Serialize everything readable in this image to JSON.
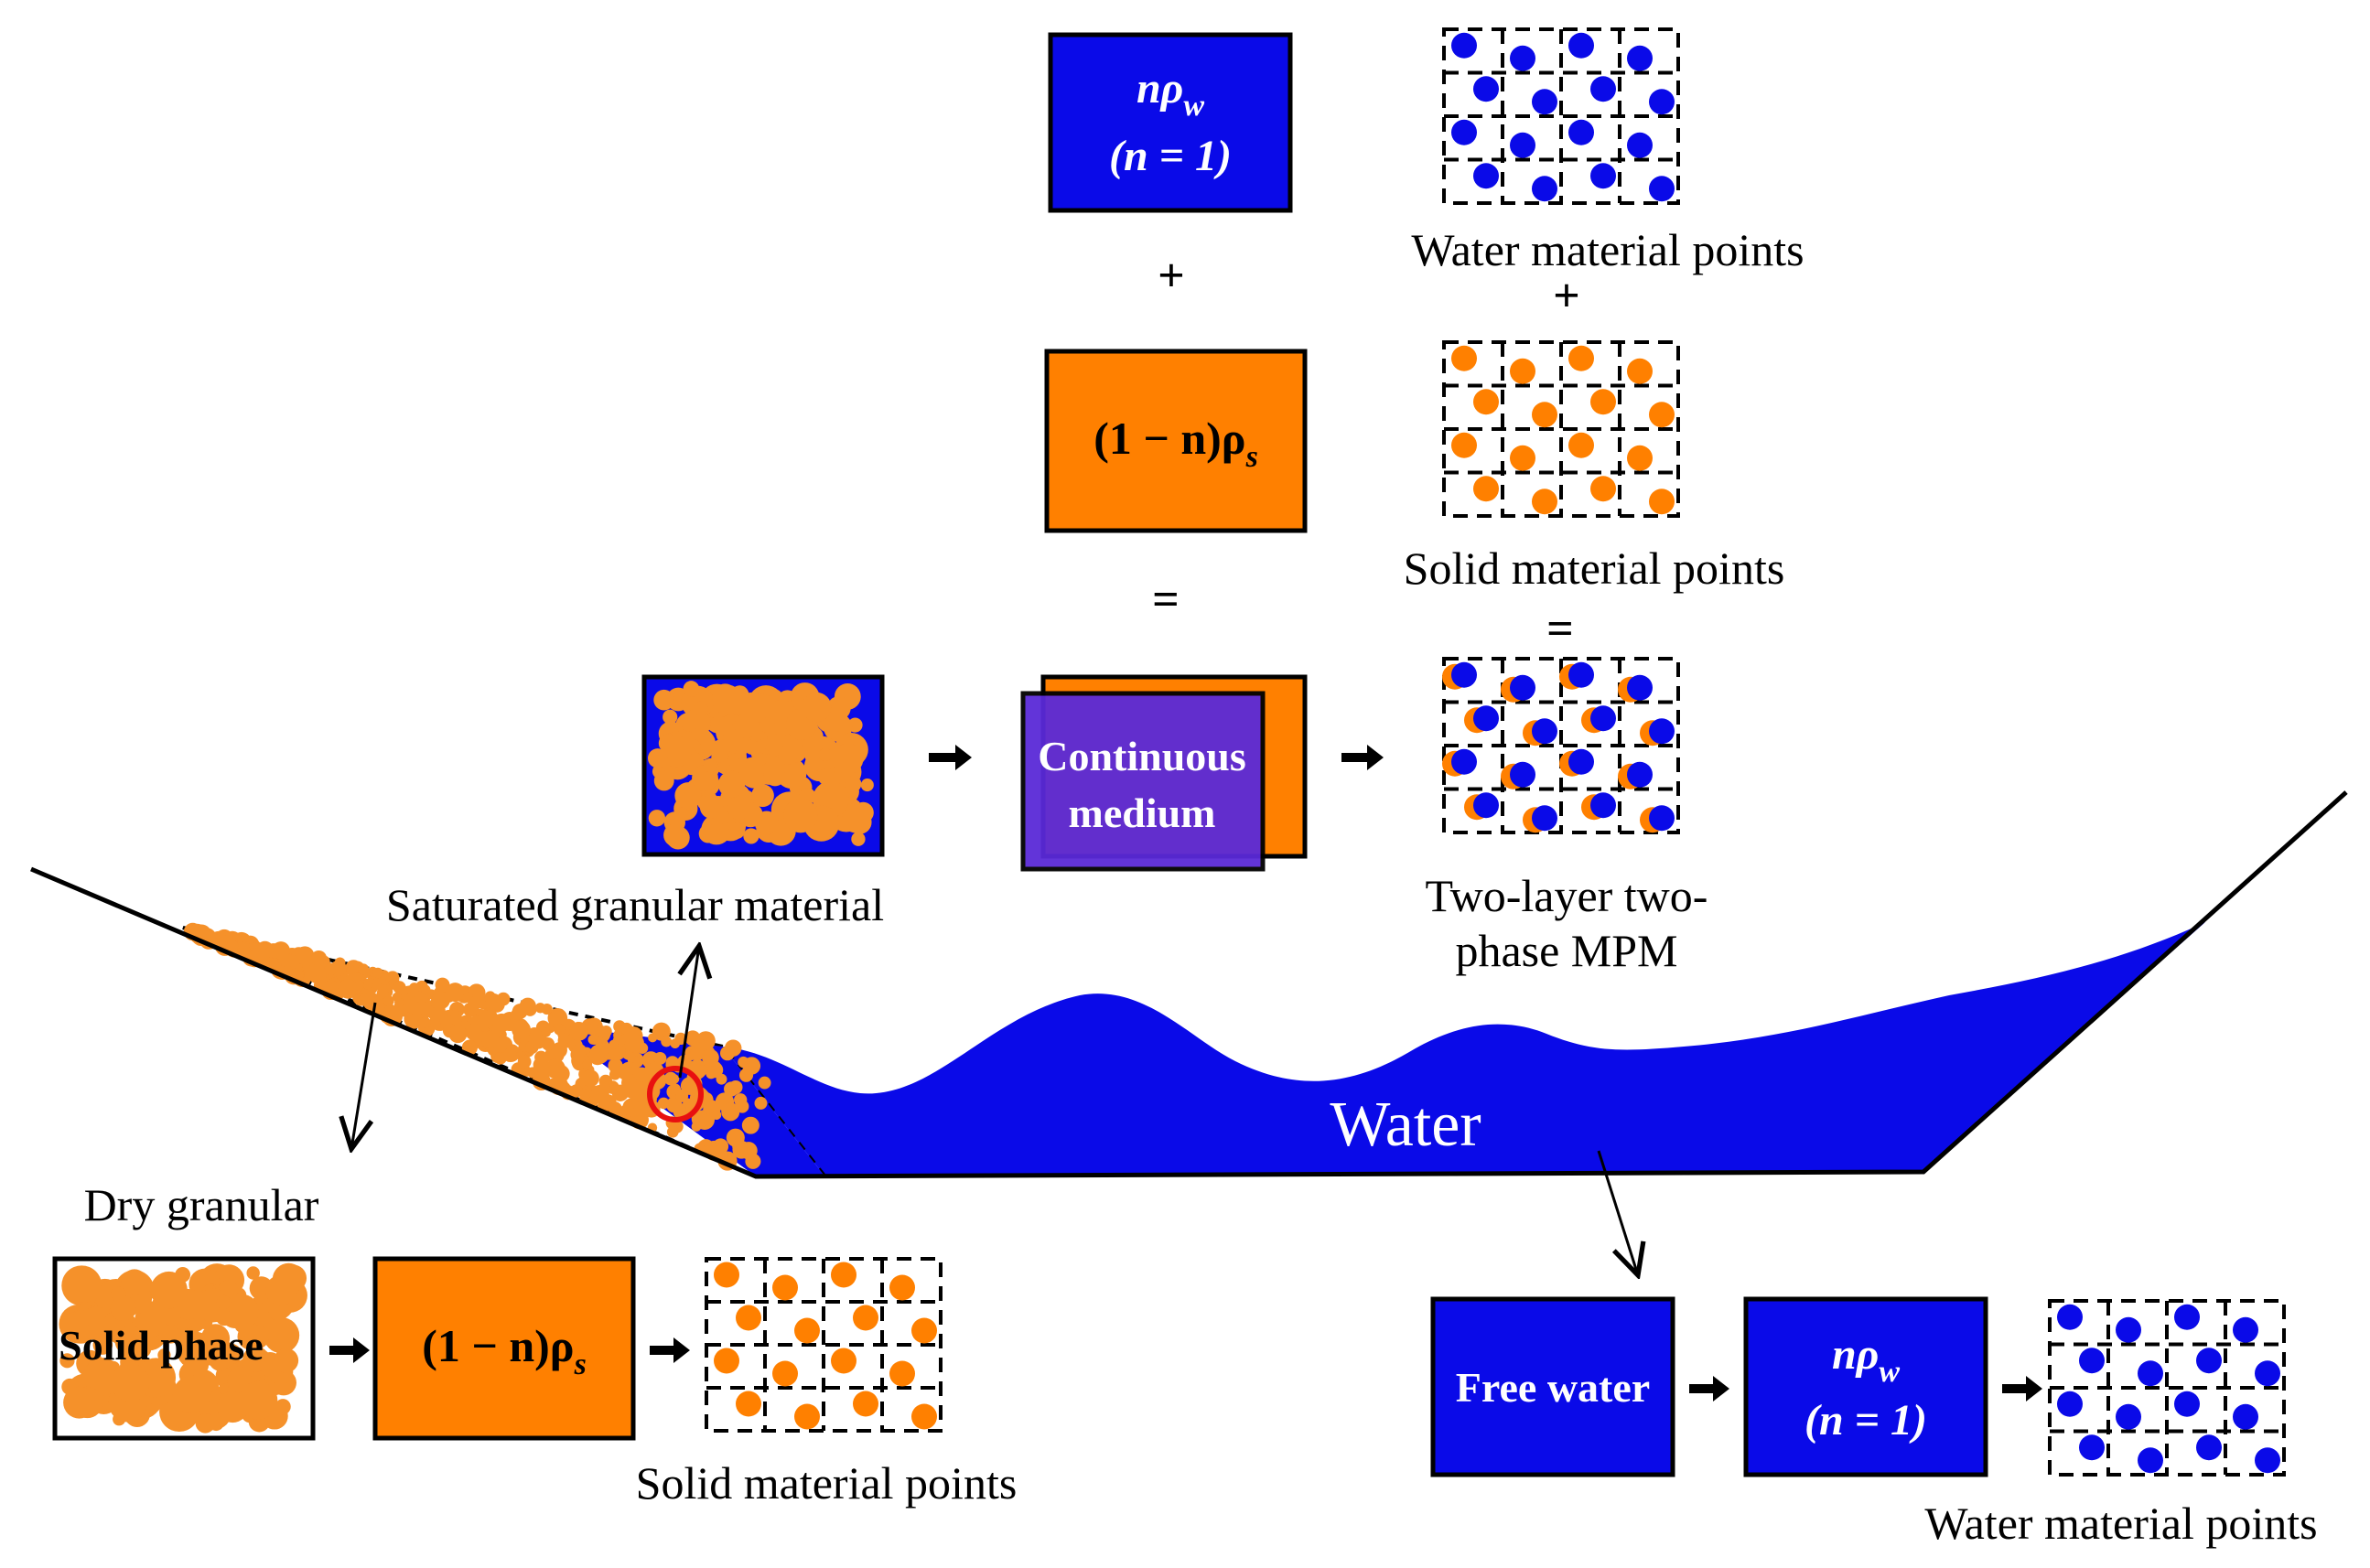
{
  "labels": {
    "water_points_top": "Water material points",
    "solid_points_mid": "Solid material points",
    "saturated": "Saturated granular material",
    "continuous_line1": "Continuous",
    "continuous_line2": "medium",
    "two_layer_line1": "Two-layer two-",
    "two_layer_line2": "phase MPM",
    "water": "Water",
    "dry_granular": "Dry granular",
    "solid_phase": "Solid phase",
    "solid_points_bottom": "Solid material points",
    "free_water": "Free water",
    "water_points_bottom": "Water material points"
  },
  "math": {
    "n_rho_w": "nρ",
    "w_sub": "w",
    "n_eq_1": "(n = 1)",
    "one_minus_n_rho_s": "(1 − n)ρ",
    "s_sub": "s"
  },
  "operators": {
    "plus": "+",
    "equals": "="
  },
  "colors": {
    "water_blue": "#0A0AE8",
    "solid_orange": "#FF8000",
    "particle_orange": "#F5912A",
    "medium_purple": "#5A2AD8",
    "marker_red": "#E81010"
  }
}
